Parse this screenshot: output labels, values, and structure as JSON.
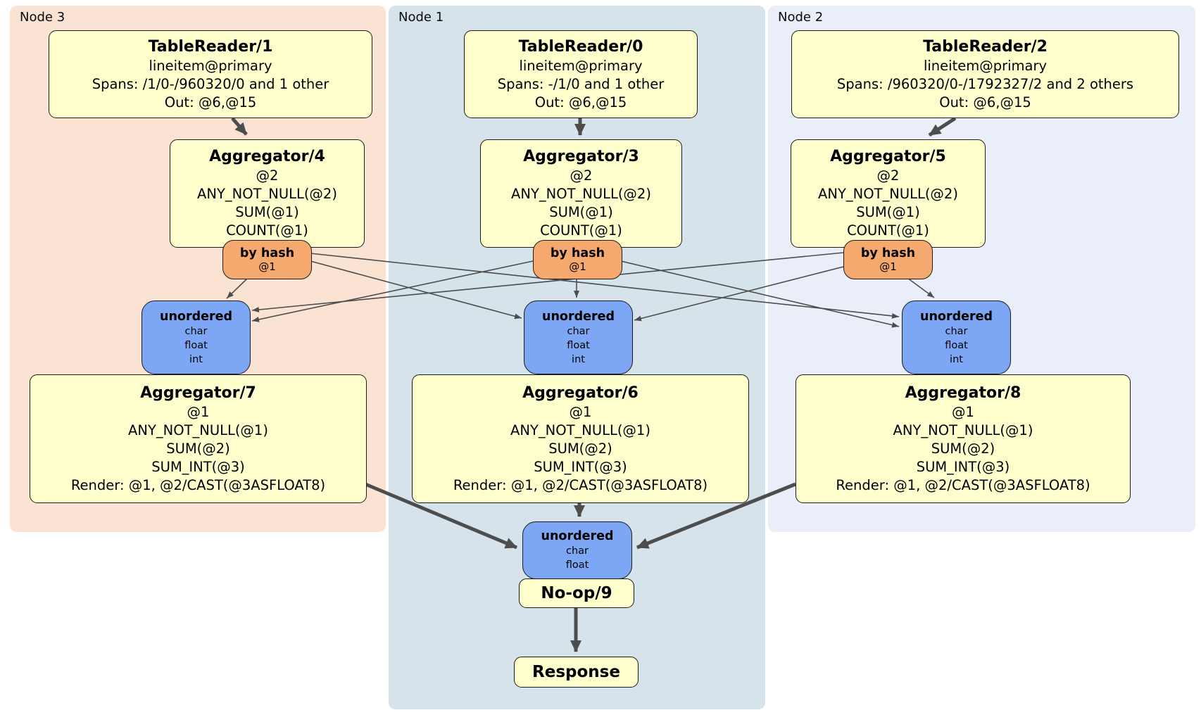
{
  "regions": {
    "node3": {
      "label": "Node 3"
    },
    "node1": {
      "label": "Node 1"
    },
    "node2": {
      "label": "Node 2"
    }
  },
  "processors": {
    "tr1": {
      "title": "TableReader/1",
      "lines": [
        "lineitem@primary",
        "Spans: /1/0-/960320/0 and 1 other",
        "Out: @6,@15"
      ]
    },
    "tr0": {
      "title": "TableReader/0",
      "lines": [
        "lineitem@primary",
        "Spans: -/1/0 and 1 other",
        "Out: @6,@15"
      ]
    },
    "tr2": {
      "title": "TableReader/2",
      "lines": [
        "lineitem@primary",
        "Spans: /960320/0-/1792327/2 and 2 others",
        "Out: @6,@15"
      ]
    },
    "agg4": {
      "title": "Aggregator/4",
      "lines": [
        "@2",
        "ANY_NOT_NULL(@2)",
        "SUM(@1)",
        "COUNT(@1)"
      ]
    },
    "agg3": {
      "title": "Aggregator/3",
      "lines": [
        "@2",
        "ANY_NOT_NULL(@2)",
        "SUM(@1)",
        "COUNT(@1)"
      ]
    },
    "agg5": {
      "title": "Aggregator/5",
      "lines": [
        "@2",
        "ANY_NOT_NULL(@2)",
        "SUM(@1)",
        "COUNT(@1)"
      ]
    },
    "agg7": {
      "title": "Aggregator/7",
      "lines": [
        "@1",
        "ANY_NOT_NULL(@1)",
        "SUM(@2)",
        "SUM_INT(@3)",
        "Render: @1, @2/CAST(@3ASFLOAT8)"
      ]
    },
    "agg6": {
      "title": "Aggregator/6",
      "lines": [
        "@1",
        "ANY_NOT_NULL(@1)",
        "SUM(@2)",
        "SUM_INT(@3)",
        "Render: @1, @2/CAST(@3ASFLOAT8)"
      ]
    },
    "agg8": {
      "title": "Aggregator/8",
      "lines": [
        "@1",
        "ANY_NOT_NULL(@1)",
        "SUM(@2)",
        "SUM_INT(@3)",
        "Render: @1, @2/CAST(@3ASFLOAT8)"
      ]
    },
    "noop": {
      "title": "No-op/9"
    },
    "response": {
      "title": "Response"
    }
  },
  "routers": {
    "r3": {
      "label": "by hash",
      "detail": "@1"
    },
    "r1": {
      "label": "by hash",
      "detail": "@1"
    },
    "r2": {
      "label": "by hash",
      "detail": "@1"
    }
  },
  "syncs": {
    "u3": {
      "label": "unordered",
      "types": [
        "char",
        "float",
        "int"
      ]
    },
    "u1": {
      "label": "unordered",
      "types": [
        "char",
        "float",
        "int"
      ]
    },
    "u2": {
      "label": "unordered",
      "types": [
        "char",
        "float",
        "int"
      ]
    },
    "ufinal": {
      "label": "unordered",
      "types": [
        "char",
        "float"
      ]
    }
  },
  "colors": {
    "node3_bg": "#fbe3d3",
    "node1_bg": "#d6e3ea",
    "node2_bg": "#eaeef8",
    "processor_bg": "#ffffcd",
    "router_bg": "#f6a96f",
    "sync_bg": "#7da7f4",
    "edge": "#4d4d4d",
    "border": "#1a1a1a"
  }
}
